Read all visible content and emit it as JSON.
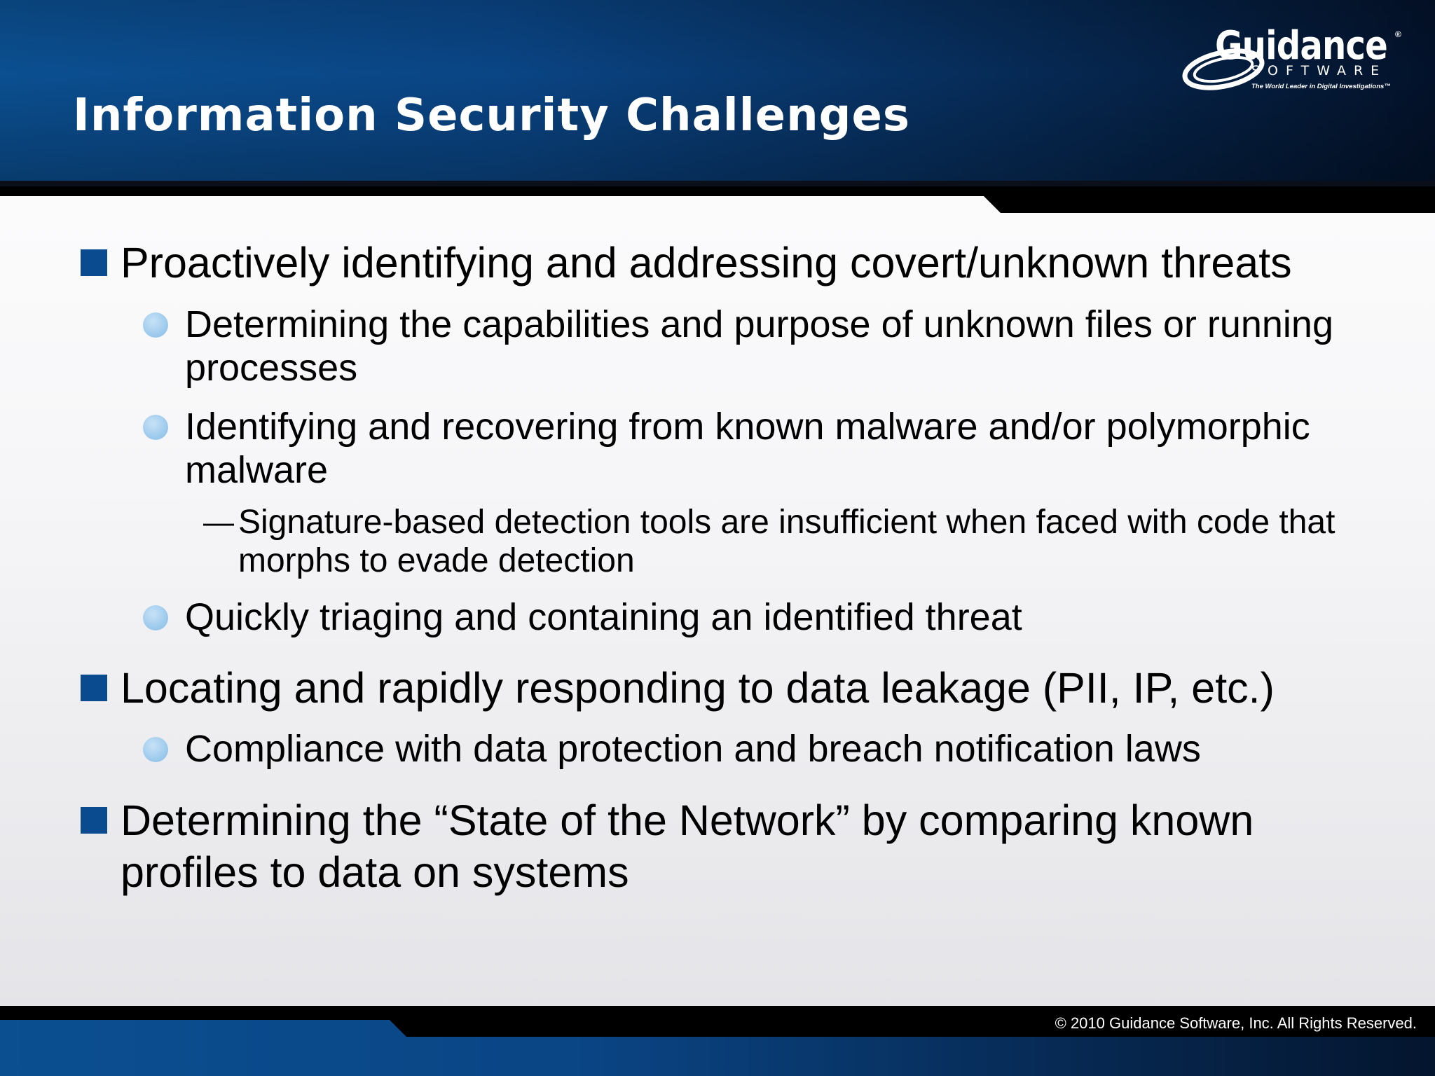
{
  "slide": {
    "title": "Information Security Challenges"
  },
  "logo": {
    "wordmark": "Guidance",
    "registered": "®",
    "subtext": "SOFTWARE",
    "tagline": "The World Leader in Digital Investigations™"
  },
  "content": {
    "items": [
      {
        "text": "Proactively identifying and addressing covert/unknown threats",
        "children": [
          {
            "text": "Determining the capabilities and purpose of unknown files or running processes"
          },
          {
            "text": "Identifying and recovering from known malware and/or polymorphic malware",
            "children": [
              {
                "text": "Signature-based detection tools are insufficient when faced with code that morphs to evade detection"
              }
            ]
          },
          {
            "text": "Quickly triaging and containing an identified threat"
          }
        ]
      },
      {
        "text": "Locating and rapidly responding to data leakage (PII, IP, etc.)",
        "children": [
          {
            "text": "Compliance with data protection and breach notification laws"
          }
        ]
      },
      {
        "text": "Determining the “State of the Network” by comparing known profiles to data on systems"
      }
    ]
  },
  "footer": {
    "copyright": "© 2010 Guidance Software, Inc.  All Rights Reserved."
  },
  "colors": {
    "header_blue": "#0b4f91",
    "bullet_square": "#0a4a8f",
    "bullet_dot": "#9ecbed"
  }
}
